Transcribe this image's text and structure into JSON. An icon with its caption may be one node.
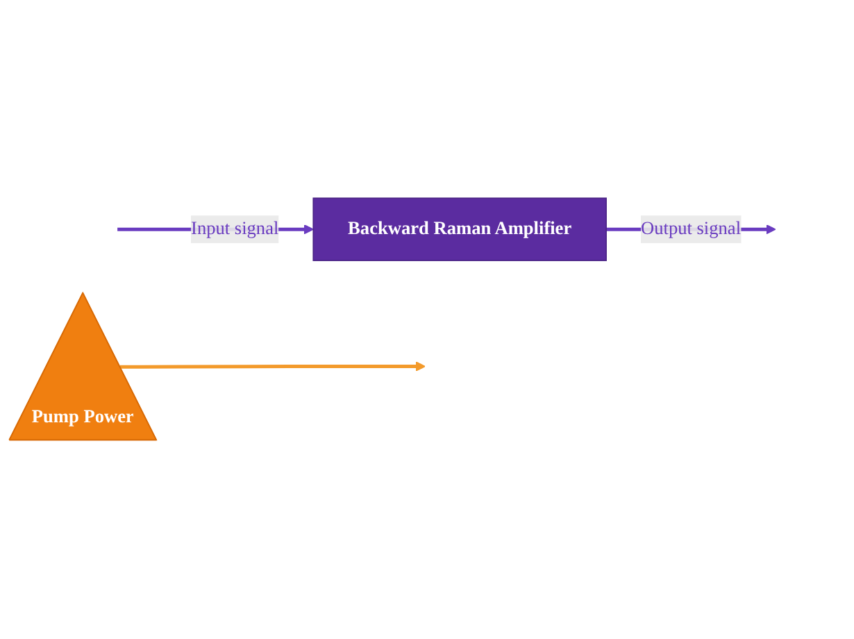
{
  "diagram": {
    "nodes": [
      {
        "text": [
          "Backward Raman Amplifier"
        ]
      },
      {
        "text": [
          "Pump Power"
        ]
      }
    ],
    "edges": [
      {
        "from": null,
        "to": 0,
        "arrow": "to",
        "label": "Input signal"
      },
      {
        "from": 0,
        "to": null,
        "arrow": "to",
        "label": "Output signal"
      },
      {
        "from": 1,
        "to": null,
        "arrow": "to",
        "color": "#f39a2b"
      }
    ]
  }
}
